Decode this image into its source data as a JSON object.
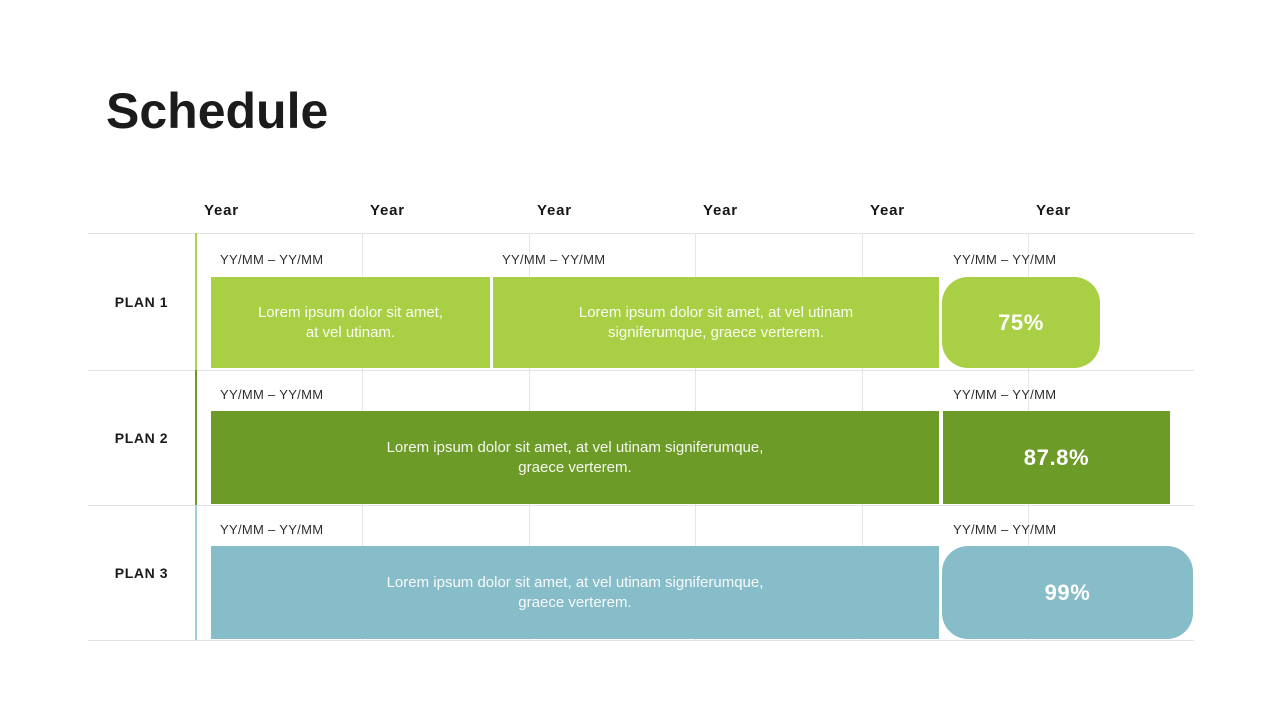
{
  "slide": {
    "title": "Schedule"
  },
  "header": {
    "columns": [
      "Year",
      "Year",
      "Year",
      "Year",
      "Year",
      "Year"
    ]
  },
  "rows": [
    {
      "label": "PLAN 1",
      "color": "#a9cf44",
      "accent_color": "#aed24c",
      "dates": [
        "YY/MM – YY/MM",
        "YY/MM – YY/MM",
        "YY/MM – YY/MM"
      ],
      "bars": [
        {
          "text": "Lorem ipsum dolor sit amet,\nat vel utinam."
        },
        {
          "text": "Lorem ipsum dolor sit amet, at vel utinam\nsigniferumque, graece verterem."
        }
      ],
      "percent": "75%"
    },
    {
      "label": "PLAN 2",
      "color": "#6d9b28",
      "accent_color": "#6d9b28",
      "dates": [
        "YY/MM – YY/MM",
        "YY/MM – YY/MM"
      ],
      "bars": [
        {
          "text": "Lorem ipsum dolor sit amet, at vel utinam signiferumque,\ngraece verterem."
        }
      ],
      "percent": "87.8%"
    },
    {
      "label": "PLAN 3",
      "color": "#87bcc9",
      "accent_color": "#9fcfdb",
      "dates": [
        "YY/MM – YY/MM",
        "YY/MM – YY/MM"
      ],
      "bars": [
        {
          "text": "Lorem ipsum dolor sit amet, at vel utinam signiferumque,\ngraece verterem."
        }
      ],
      "percent": "99%"
    }
  ],
  "chart_data": {
    "type": "table",
    "subtype": "gantt",
    "title": "Schedule",
    "columns": [
      "Year",
      "Year",
      "Year",
      "Year",
      "Year",
      "Year"
    ],
    "rows": [
      {
        "name": "PLAN 1",
        "completion": "75%",
        "segments": [
          {
            "range": "YY/MM – YY/MM",
            "label": "Lorem ipsum dolor sit amet, at vel utinam.",
            "col_start": 1.09,
            "col_end": 2.77
          },
          {
            "range": "YY/MM – YY/MM",
            "label": "Lorem ipsum dolor sit amet, at vel utinam signiferumque, graece verterem.",
            "col_start": 2.78,
            "col_end": 5.46
          },
          {
            "range": "YY/MM – YY/MM",
            "label": "75%",
            "col_start": 5.48,
            "col_end": 6.43
          }
        ]
      },
      {
        "name": "PLAN 2",
        "completion": "87.8%",
        "segments": [
          {
            "range": "YY/MM – YY/MM",
            "label": "Lorem ipsum dolor sit amet, at vel utinam signiferumque, graece verterem.",
            "col_start": 1.09,
            "col_end": 5.46
          },
          {
            "range": "YY/MM – YY/MM",
            "label": "87.8%",
            "col_start": 5.49,
            "col_end": 6.85
          }
        ]
      },
      {
        "name": "PLAN 3",
        "completion": "99%",
        "segments": [
          {
            "range": "YY/MM – YY/MM",
            "label": "Lorem ipsum dolor sit amet, at vel utinam signiferumque, graece verterem.",
            "col_start": 1.09,
            "col_end": 5.46
          },
          {
            "range": "YY/MM – YY/MM",
            "label": "99%",
            "col_start": 5.48,
            "col_end": 6.99
          }
        ]
      }
    ],
    "layout": {
      "grid": true,
      "legend": false
    }
  }
}
